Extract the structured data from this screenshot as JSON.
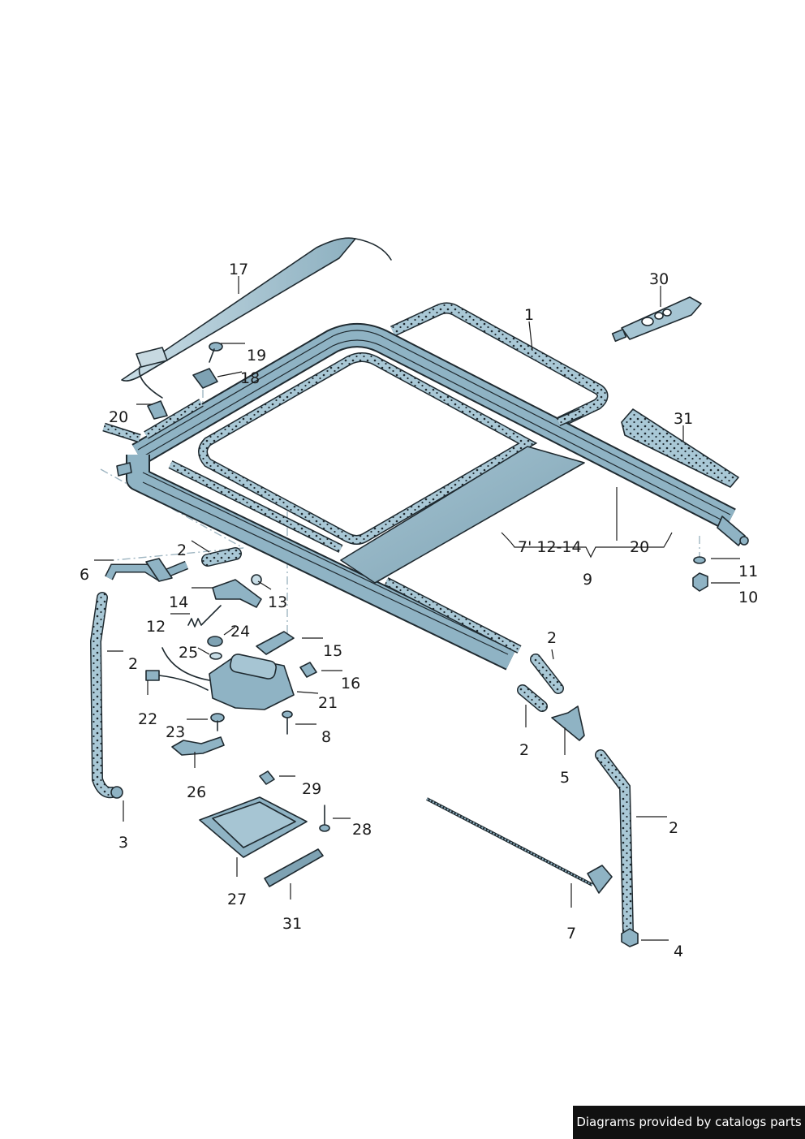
{
  "diagram": {
    "callouts": {
      "c1": "1",
      "c17": "17",
      "c30": "30",
      "c19": "19",
      "c18": "18",
      "c20a": "20",
      "c31a": "31",
      "c20b": "20",
      "c7range": "7' 12-14",
      "c9": "9",
      "c11": "11",
      "c10": "10",
      "c2a": "2",
      "c6": "6",
      "c14": "14",
      "c13": "13",
      "c12": "12",
      "c24": "24",
      "c25": "25",
      "c15": "15",
      "c2b": "2",
      "c16": "16",
      "c21": "21",
      "c22": "22",
      "c23": "23",
      "c8": "8",
      "c26": "26",
      "c3": "3",
      "c29": "29",
      "c28": "28",
      "c27": "27",
      "c31b": "31",
      "c2c": "2",
      "c2d": "2",
      "c5": "5",
      "c2e": "2",
      "c7": "7",
      "c4": "4"
    },
    "colors": {
      "part_fill": "#8fb3c4",
      "part_dark": "#5f8596",
      "part_light": "#c8dde6",
      "outline": "#1f2a30"
    }
  },
  "credit": "Diagrams provided by catalogs parts"
}
